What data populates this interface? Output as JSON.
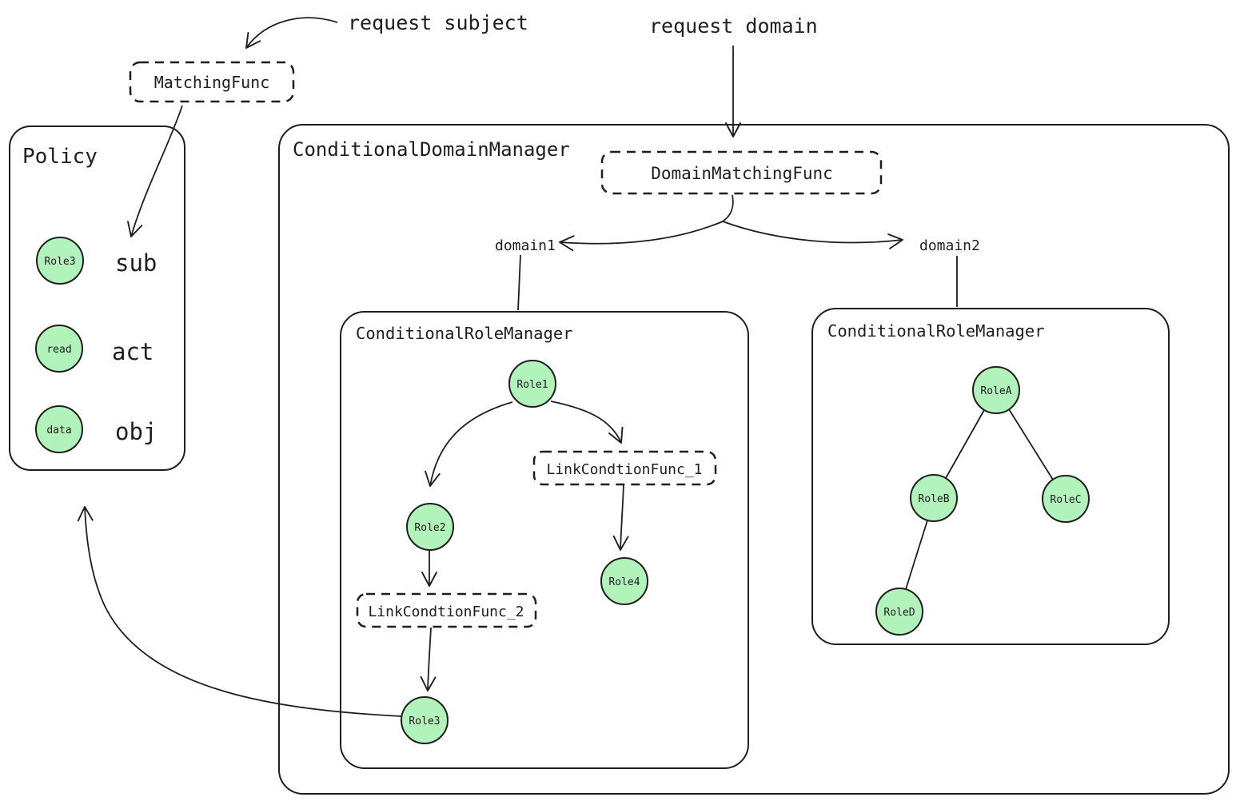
{
  "colors": {
    "ink": "#1e1e1e",
    "green_text": "#2f9e44",
    "blue_text": "#1971c2",
    "orange_text": "#f08c00",
    "node_fill": "#b2f2bb"
  },
  "labels": {
    "request_subject": "request subject",
    "request_domain": "request domain",
    "domain1": "domain1",
    "domain2": "domain2"
  },
  "matching_func": {
    "label": "MatchingFunc"
  },
  "policy": {
    "title": "Policy",
    "rows": [
      {
        "node": "Role3",
        "label": "sub"
      },
      {
        "node": "read",
        "label": "act"
      },
      {
        "node": "data",
        "label": "obj"
      }
    ]
  },
  "domain_manager": {
    "title": "ConditionalDomainManager",
    "domain_matching_func": "DomainMatchingFunc"
  },
  "role_manager_1": {
    "title": "ConditionalRoleManager",
    "nodes": {
      "role1": "Role1",
      "role2": "Role2",
      "role3": "Role3",
      "role4": "Role4"
    },
    "funcs": {
      "func1": "LinkCondtionFunc_1",
      "func2": "LinkCondtionFunc_2"
    }
  },
  "role_manager_2": {
    "title": "ConditionalRoleManager",
    "nodes": {
      "roleA": "RoleA",
      "roleB": "RoleB",
      "roleC": "RoleC",
      "roleD": "RoleD"
    }
  },
  "edges": [
    {
      "from": "request subject",
      "to": "MatchingFunc",
      "style": "arrow"
    },
    {
      "from": "MatchingFunc",
      "to": "Policy.sub",
      "style": "arrow"
    },
    {
      "from": "request domain",
      "to": "DomainMatchingFunc",
      "style": "arrow"
    },
    {
      "from": "DomainMatchingFunc",
      "to": "domain1",
      "style": "arrow"
    },
    {
      "from": "DomainMatchingFunc",
      "to": "domain2",
      "style": "arrow"
    },
    {
      "from": "domain1",
      "to": "ConditionalRoleManager(1)",
      "style": "line"
    },
    {
      "from": "domain2",
      "to": "ConditionalRoleManager(2)",
      "style": "line"
    },
    {
      "from": "Role1",
      "to": "Role2",
      "style": "arrow"
    },
    {
      "from": "Role1",
      "to": "LinkCondtionFunc_1",
      "style": "arrow"
    },
    {
      "from": "LinkCondtionFunc_1",
      "to": "Role4",
      "style": "arrow"
    },
    {
      "from": "Role2",
      "to": "LinkCondtionFunc_2",
      "style": "arrow"
    },
    {
      "from": "LinkCondtionFunc_2",
      "to": "Role3",
      "style": "arrow"
    },
    {
      "from": "Role3",
      "to": "Policy",
      "style": "arrow"
    },
    {
      "from": "RoleA",
      "to": "RoleB",
      "style": "line"
    },
    {
      "from": "RoleA",
      "to": "RoleC",
      "style": "line"
    },
    {
      "from": "RoleB",
      "to": "RoleD",
      "style": "line"
    }
  ]
}
